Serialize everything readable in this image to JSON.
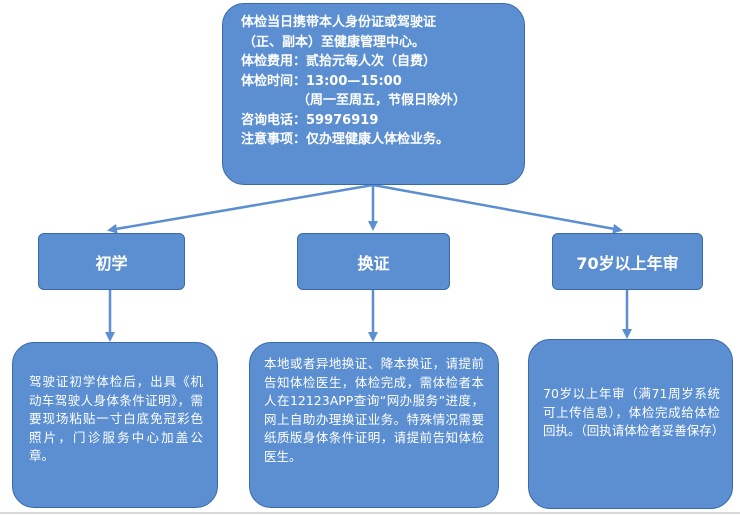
{
  "top": {
    "lines": [
      "体检当日携带本人身份证或驾驶证",
      "（正、副本）至健康管理中心。",
      "体检费用：贰拾元每人次（自费）",
      "体检时间：13:00—15:00",
      "（周一至周五，节假日除外）",
      "咨询电话：59976919",
      "注意事项：仅办理健康人体检业务。"
    ]
  },
  "categories": {
    "first": "初学",
    "renew": "换证",
    "senior": "70岁以上年审"
  },
  "descriptions": {
    "first": "驾驶证初学体检后，出具《机动车驾驶人身体条件证明》，需要现场粘贴一寸白底免冠彩色照片，门诊服务中心加盖公章。",
    "renew": "本地或者异地换证、降本换证，请提前告知体检医生，体检完成，需体检者本人在12123APP查询“网办服务”进度，网上自助办理换证业务。特殊情况需要纸质版身体条件证明，请提前告知体检医生。",
    "senior": "70岁以上年审（满71周岁系统可上传信息），体检完成给体检回执。（回执请体检者妥善保存）"
  },
  "colors": {
    "box_fill": "#5b8fd1",
    "box_border": "#3a6aa8",
    "arrow": "#5b8fd1",
    "text": "#ffffff"
  }
}
